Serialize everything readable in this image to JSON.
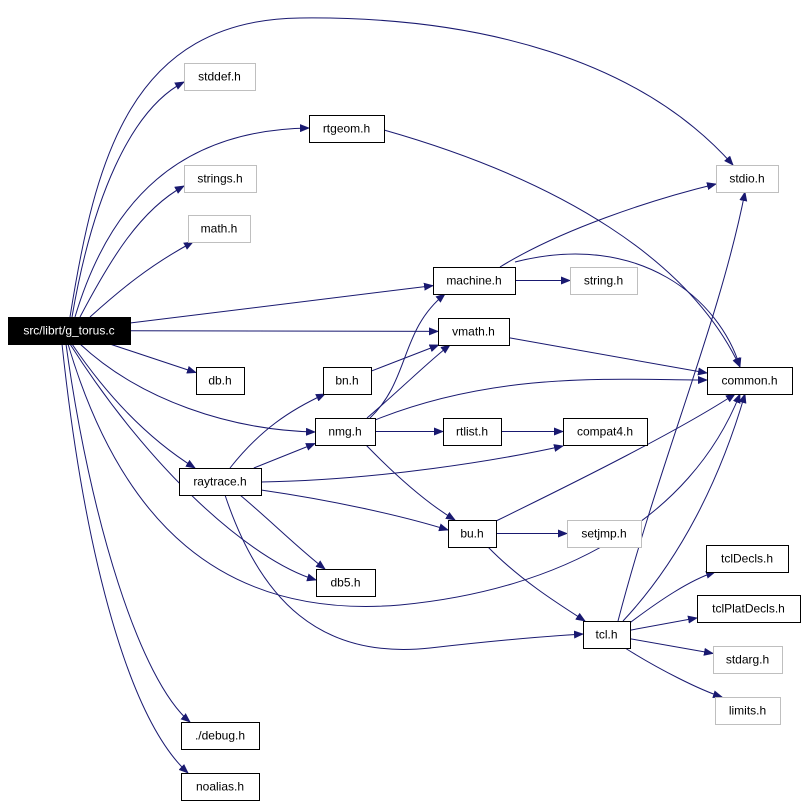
{
  "colors": {
    "edge": "#191970",
    "root_fill": "#000000",
    "root_text": "#ffffff",
    "node_border": "#000000",
    "missing_border": "#bfbfbf",
    "background": "#ffffff"
  },
  "nodes": [
    {
      "id": "g_torus",
      "label": "src/librt/g_torus.c",
      "kind": "root"
    },
    {
      "id": "stddef",
      "label": "stddef.h",
      "kind": "missing"
    },
    {
      "id": "rtgeom",
      "label": "rtgeom.h",
      "kind": "normal"
    },
    {
      "id": "strings",
      "label": "strings.h",
      "kind": "missing"
    },
    {
      "id": "math",
      "label": "math.h",
      "kind": "missing"
    },
    {
      "id": "machine",
      "label": "machine.h",
      "kind": "normal"
    },
    {
      "id": "string",
      "label": "string.h",
      "kind": "missing"
    },
    {
      "id": "vmath",
      "label": "vmath.h",
      "kind": "normal"
    },
    {
      "id": "db",
      "label": "db.h",
      "kind": "normal"
    },
    {
      "id": "bn",
      "label": "bn.h",
      "kind": "normal"
    },
    {
      "id": "nmg",
      "label": "nmg.h",
      "kind": "normal"
    },
    {
      "id": "rtlist",
      "label": "rtlist.h",
      "kind": "normal"
    },
    {
      "id": "compat4",
      "label": "compat4.h",
      "kind": "normal"
    },
    {
      "id": "raytrace",
      "label": "raytrace.h",
      "kind": "normal"
    },
    {
      "id": "bu",
      "label": "bu.h",
      "kind": "normal"
    },
    {
      "id": "setjmp",
      "label": "setjmp.h",
      "kind": "missing"
    },
    {
      "id": "db5",
      "label": "db5.h",
      "kind": "normal"
    },
    {
      "id": "stdio",
      "label": "stdio.h",
      "kind": "missing"
    },
    {
      "id": "common",
      "label": "common.h",
      "kind": "normal"
    },
    {
      "id": "tclDecls",
      "label": "tclDecls.h",
      "kind": "normal"
    },
    {
      "id": "tclPlatDecls",
      "label": "tclPlatDecls.h",
      "kind": "normal"
    },
    {
      "id": "tcl",
      "label": "tcl.h",
      "kind": "normal"
    },
    {
      "id": "stdarg",
      "label": "stdarg.h",
      "kind": "missing"
    },
    {
      "id": "limits",
      "label": "limits.h",
      "kind": "missing"
    },
    {
      "id": "debug",
      "label": "./debug.h",
      "kind": "normal"
    },
    {
      "id": "noalias",
      "label": "noalias.h",
      "kind": "normal"
    }
  ],
  "edges": [
    [
      "g_torus",
      "stdio"
    ],
    [
      "g_torus",
      "stddef"
    ],
    [
      "g_torus",
      "rtgeom"
    ],
    [
      "g_torus",
      "strings"
    ],
    [
      "g_torus",
      "math"
    ],
    [
      "g_torus",
      "machine"
    ],
    [
      "g_torus",
      "vmath"
    ],
    [
      "g_torus",
      "db"
    ],
    [
      "g_torus",
      "nmg"
    ],
    [
      "g_torus",
      "raytrace"
    ],
    [
      "g_torus",
      "common"
    ],
    [
      "g_torus",
      "db5"
    ],
    [
      "g_torus",
      "debug"
    ],
    [
      "g_torus",
      "noalias"
    ],
    [
      "rtgeom",
      "common"
    ],
    [
      "machine",
      "stdio"
    ],
    [
      "machine",
      "common"
    ],
    [
      "machine",
      "string"
    ],
    [
      "vmath",
      "common"
    ],
    [
      "bn",
      "vmath"
    ],
    [
      "nmg",
      "machine"
    ],
    [
      "nmg",
      "vmath"
    ],
    [
      "nmg",
      "common"
    ],
    [
      "nmg",
      "rtlist"
    ],
    [
      "nmg",
      "bu"
    ],
    [
      "rtlist",
      "compat4"
    ],
    [
      "raytrace",
      "bn"
    ],
    [
      "raytrace",
      "nmg"
    ],
    [
      "raytrace",
      "compat4"
    ],
    [
      "raytrace",
      "bu"
    ],
    [
      "raytrace",
      "db5"
    ],
    [
      "raytrace",
      "tcl"
    ],
    [
      "bu",
      "common"
    ],
    [
      "bu",
      "setjmp"
    ],
    [
      "bu",
      "tcl"
    ],
    [
      "tcl",
      "stdio"
    ],
    [
      "tcl",
      "common"
    ],
    [
      "tcl",
      "tclDecls"
    ],
    [
      "tcl",
      "tclPlatDecls"
    ],
    [
      "tcl",
      "stdarg"
    ],
    [
      "tcl",
      "limits"
    ]
  ]
}
